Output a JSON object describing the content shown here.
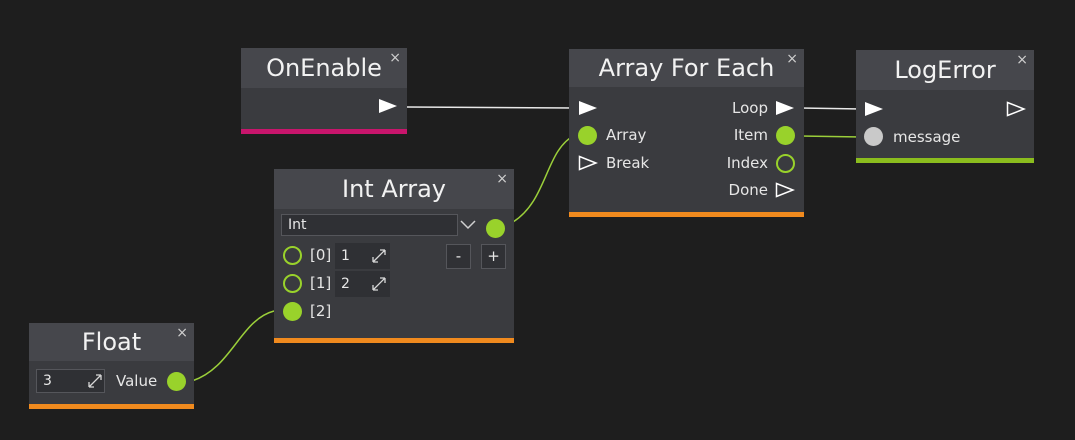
{
  "colors": {
    "background": "#1e1e1e",
    "accent_magenta": "#c8156c",
    "accent_orange": "#f08a1e",
    "accent_green": "#8bbd1e",
    "port_green": "#99d22b",
    "wire_white": "#e8e8e8",
    "wire_green": "#9bcf3a"
  },
  "close_glyph": "×",
  "nodes": {
    "on_enable": {
      "title": "OnEnable"
    },
    "array_for_each": {
      "title": "Array For Each",
      "inputs": {
        "array": "Array",
        "break": "Break"
      },
      "outputs": {
        "loop": "Loop",
        "item": "Item",
        "index": "Index",
        "done": "Done"
      }
    },
    "log_error": {
      "title": "LogError",
      "message_label": "message"
    },
    "int_array": {
      "title": "Int Array",
      "type_value": "Int",
      "remove_label": "-",
      "add_label": "+",
      "items": [
        {
          "label": "[0]",
          "value": "1"
        },
        {
          "label": "[1]",
          "value": "2"
        },
        {
          "label": "[2]"
        }
      ]
    },
    "float": {
      "title": "Float",
      "value": "3",
      "output_label": "Value"
    }
  }
}
